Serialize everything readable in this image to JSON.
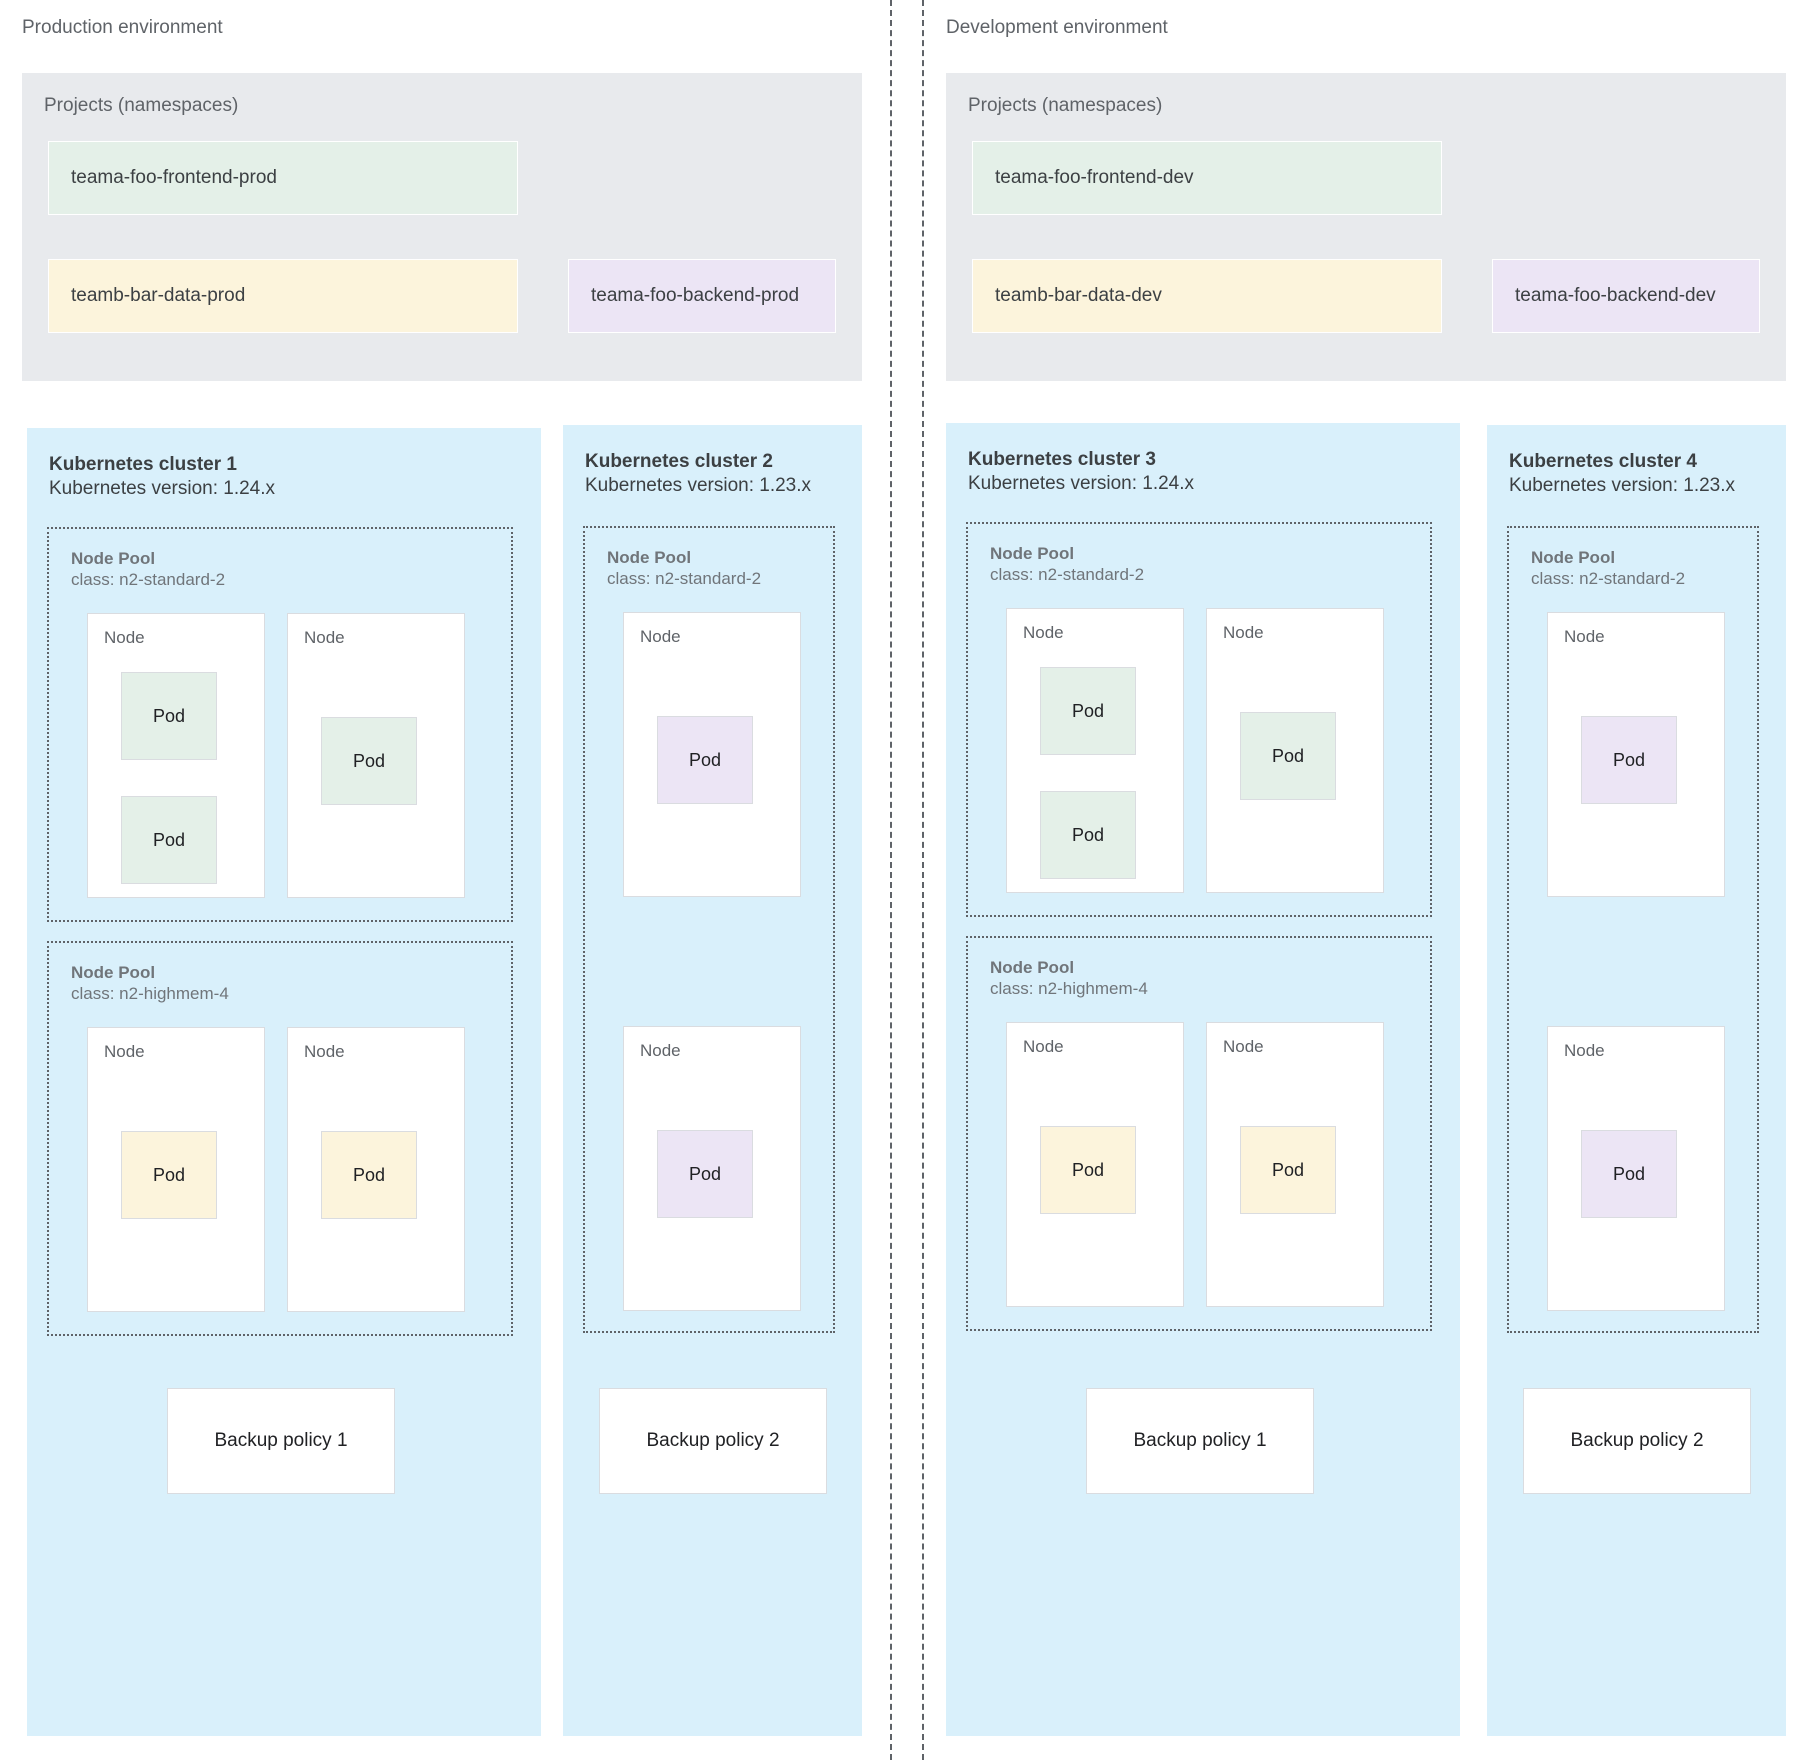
{
  "environments": [
    {
      "title": "Production environment",
      "projects": {
        "label": "Projects (namespaces)",
        "namespaces": [
          {
            "name": "teama-foo-frontend-prod",
            "color": "green"
          },
          {
            "name": "teamb-bar-data-prod",
            "color": "yellow"
          },
          {
            "name": "teama-foo-backend-prod",
            "color": "purple"
          }
        ]
      },
      "clusters": [
        {
          "title": "Kubernetes cluster 1",
          "version": "Kubernetes version: 1.24.x",
          "pools": [
            {
              "title": "Node Pool",
              "class": "class: n2-standard-2",
              "nodes": [
                {
                  "label": "Node",
                  "pods": [
                    {
                      "label": "Pod",
                      "color": "green"
                    },
                    {
                      "label": "Pod",
                      "color": "green"
                    }
                  ]
                },
                {
                  "label": "Node",
                  "pods": [
                    {
                      "label": "Pod",
                      "color": "green"
                    }
                  ]
                }
              ]
            },
            {
              "title": "Node Pool",
              "class": "class: n2-highmem-4",
              "nodes": [
                {
                  "label": "Node",
                  "pods": [
                    {
                      "label": "Pod",
                      "color": "yellow"
                    }
                  ]
                },
                {
                  "label": "Node",
                  "pods": [
                    {
                      "label": "Pod",
                      "color": "yellow"
                    }
                  ]
                }
              ]
            }
          ],
          "backup": "Backup policy 1"
        },
        {
          "title": "Kubernetes cluster 2",
          "version": "Kubernetes version: 1.23.x",
          "pools": [
            {
              "title": "Node Pool",
              "class": "class: n2-standard-2",
              "nodes": [
                {
                  "label": "Node",
                  "pods": [
                    {
                      "label": "Pod",
                      "color": "purple"
                    }
                  ]
                },
                {
                  "label": "Node",
                  "pods": [
                    {
                      "label": "Pod",
                      "color": "purple"
                    }
                  ]
                }
              ]
            }
          ],
          "backup": "Backup policy 2"
        }
      ]
    },
    {
      "title": "Development environment",
      "projects": {
        "label": "Projects (namespaces)",
        "namespaces": [
          {
            "name": "teama-foo-frontend-dev",
            "color": "green"
          },
          {
            "name": "teamb-bar-data-dev",
            "color": "yellow"
          },
          {
            "name": "teama-foo-backend-dev",
            "color": "purple"
          }
        ]
      },
      "clusters": [
        {
          "title": "Kubernetes cluster 3",
          "version": "Kubernetes version: 1.24.x",
          "pools": [
            {
              "title": "Node Pool",
              "class": "class: n2-standard-2",
              "nodes": [
                {
                  "label": "Node",
                  "pods": [
                    {
                      "label": "Pod",
                      "color": "green"
                    },
                    {
                      "label": "Pod",
                      "color": "green"
                    }
                  ]
                },
                {
                  "label": "Node",
                  "pods": [
                    {
                      "label": "Pod",
                      "color": "green"
                    }
                  ]
                }
              ]
            },
            {
              "title": "Node Pool",
              "class": "class: n2-highmem-4",
              "nodes": [
                {
                  "label": "Node",
                  "pods": [
                    {
                      "label": "Pod",
                      "color": "yellow"
                    }
                  ]
                },
                {
                  "label": "Node",
                  "pods": [
                    {
                      "label": "Pod",
                      "color": "yellow"
                    }
                  ]
                }
              ]
            }
          ],
          "backup": "Backup policy 1"
        },
        {
          "title": "Kubernetes cluster 4",
          "version": "Kubernetes version: 1.23.x",
          "pools": [
            {
              "title": "Node Pool",
              "class": "class: n2-standard-2",
              "nodes": [
                {
                  "label": "Node",
                  "pods": [
                    {
                      "label": "Pod",
                      "color": "purple"
                    }
                  ]
                },
                {
                  "label": "Node",
                  "pods": [
                    {
                      "label": "Pod",
                      "color": "purple"
                    }
                  ]
                }
              ]
            }
          ],
          "backup": "Backup policy 2"
        }
      ]
    }
  ],
  "colors": {
    "cluster_bg": "#d9f0fb",
    "projects_bg": "#e8eaed",
    "green": "#e4f0e8",
    "yellow": "#fcf4dc",
    "purple": "#ece5f5",
    "divider": "#5f6368"
  }
}
